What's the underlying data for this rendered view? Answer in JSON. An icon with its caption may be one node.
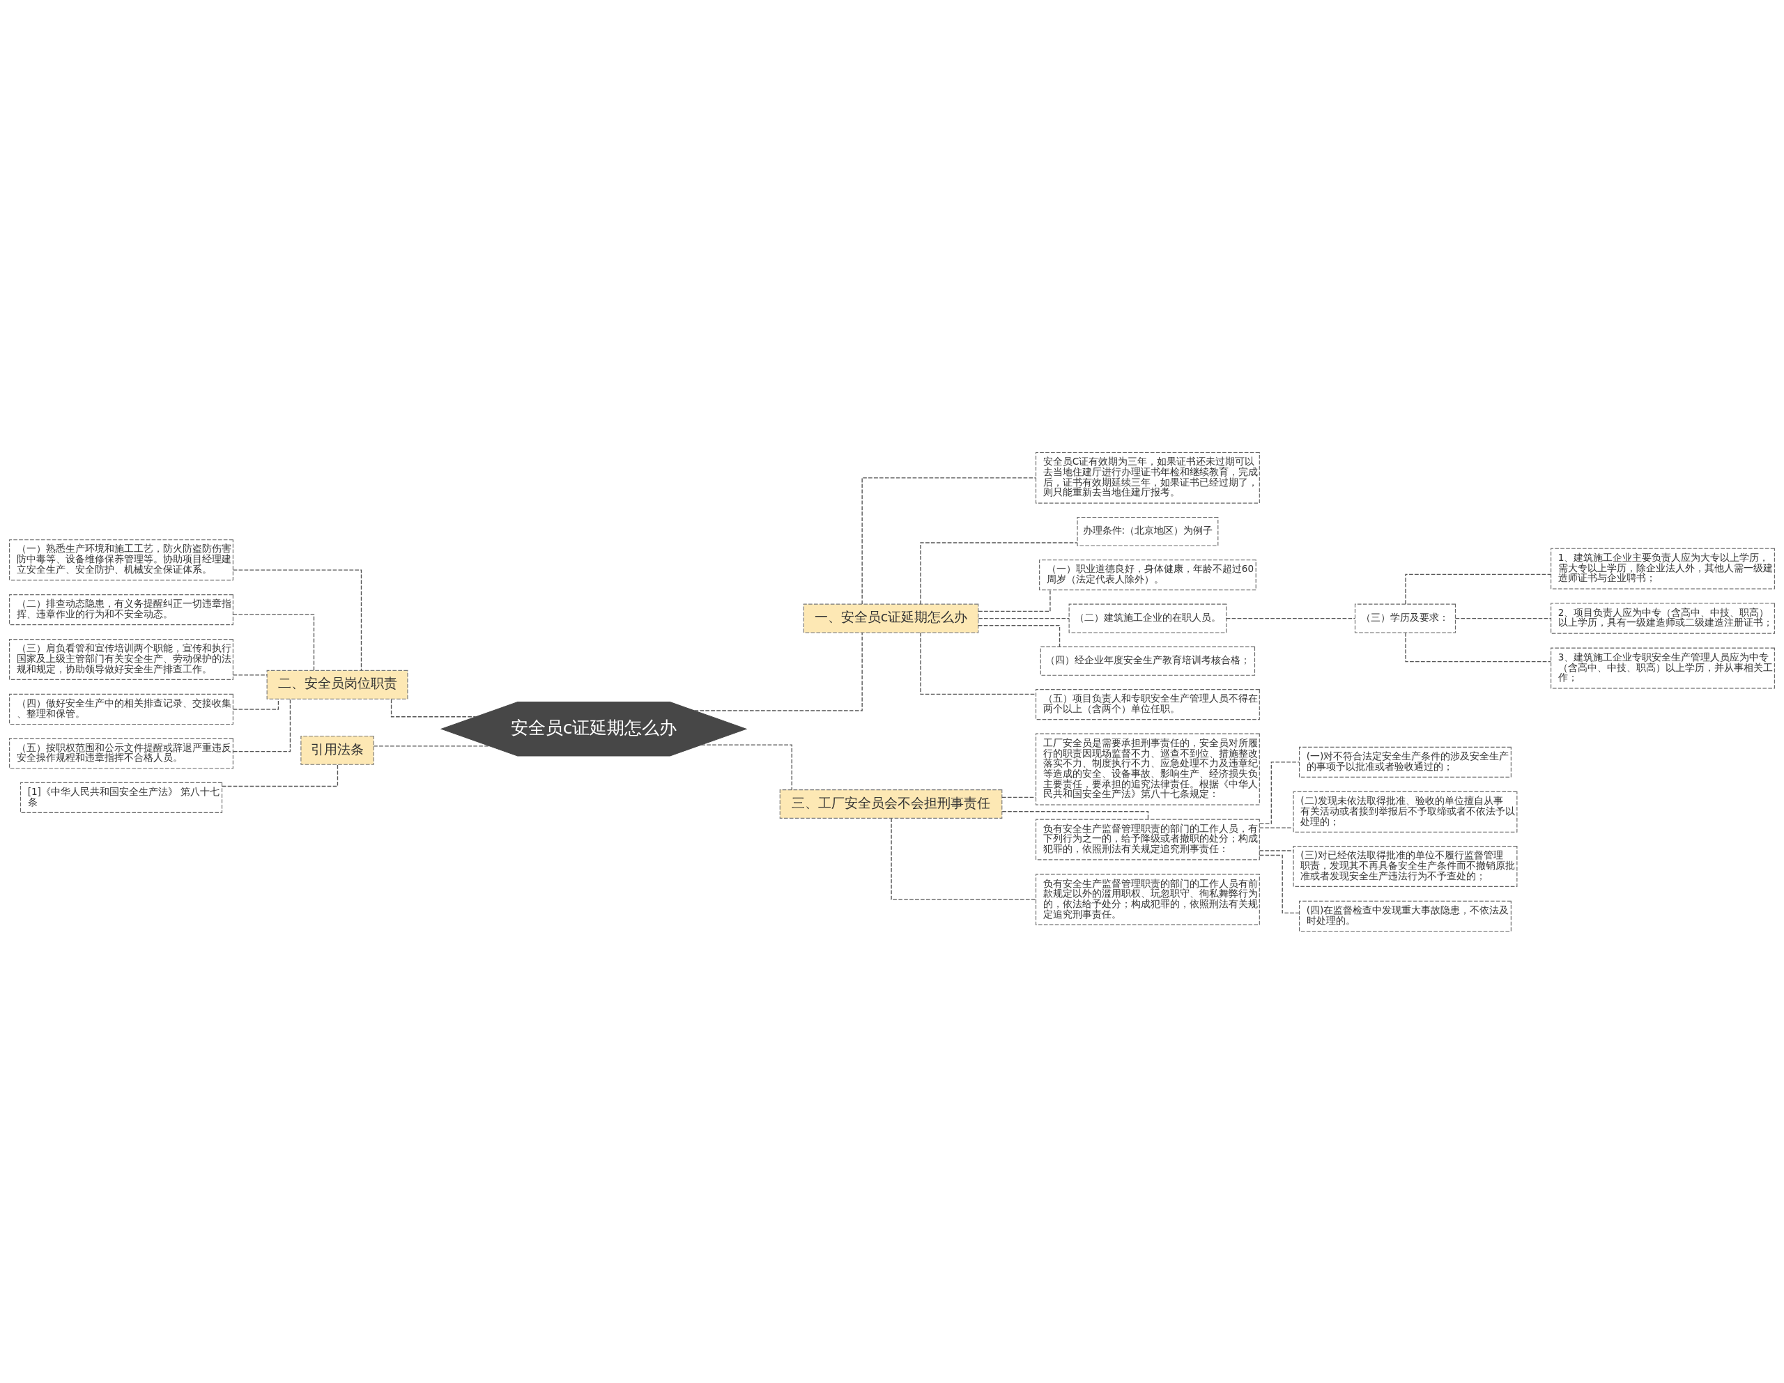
{
  "diagram": {
    "nodes": [
      {
        "text": [
          "安全员c证延期怎么办"
        ]
      },
      {
        "text": [
          "一、安全员c证延期怎么办"
        ]
      },
      {
        "text": [
          "安全员C证有效期为三年，如果证书还未过期可以去当地住建厅进行办理证书年检和继续教育，完成后，证书有效期延续三年，如果证书已经过期了，则只能重新去当地住建厅报考。"
        ]
      },
      {
        "text": [
          "办理条件:（北京地区）为例子"
        ]
      },
      {
        "text": [
          "（一）职业道德良好，身体健康，年龄不超过60周岁（法定代表人除外）。"
        ]
      },
      {
        "text": [
          "（二）建筑施工企业的在职人员。"
        ]
      },
      {
        "text": [
          "（三）学历及要求："
        ]
      },
      {
        "text": [
          "1、建筑施工企业主要负责人应为大专以上学历，需大专以上学历，除企业法人外，其他人需一级建造师证书与企业聘书；"
        ]
      },
      {
        "text": [
          "2、项目负责人应为中专（含高中、中技、职高）以上学历，具有一级建造师或二级建造注册证书；"
        ]
      },
      {
        "text": [
          "3、建筑施工企业专职安全生产管理人员应为中专（含高中、中技、职高）以上学历，并从事相关工作；"
        ]
      },
      {
        "text": [
          "（四）经企业年度安全生产教育培训考核合格；"
        ]
      },
      {
        "text": [
          "（五）项目负责人和专职安全生产管理人员不得在两个以上（含两个）单位任职。"
        ]
      },
      {
        "text": [
          "二、安全员岗位职责"
        ]
      },
      {
        "text": [
          "（一）熟悉生产环境和施工工艺，防火防盗防伤害防中毒等、设备维修保养管理等。协助项目经理建立安全生产、安全防护、机械安全保证体系。"
        ]
      },
      {
        "text": [
          "（二）排查动态隐患，有义务提醒纠正一切违章指挥、违章作业的行为和不安全动态。"
        ]
      },
      {
        "text": [
          "（三）肩负看管和宣传培训两个职能，宣传和执行国家及上级主管部门有关安全生产、劳动保护的法规和规定，协助领导做好安全生产排查工作。"
        ]
      },
      {
        "text": [
          "（四）做好安全生产中的相关排查记录、交接收集、整理和保管。"
        ]
      },
      {
        "text": [
          "（五）按职权范围和公示文件提醒或辞退严重违反安全操作规程和违章指挥不合格人员。"
        ]
      },
      {
        "text": [
          "引用法条"
        ]
      },
      {
        "text": [
          "[1]《中华人民共和国安全生产法》 第八十七条"
        ]
      },
      {
        "text": [
          "三、工厂安全员会不会担刑事责任"
        ]
      },
      {
        "text": [
          "工厂安全员是需要承担刑事责任的，安全员对所履行的职责因现场监督不力、巡查不到位、措施整改落实不力、制度执行不力、应急处理不力及违章纪等造成的安全、设备事故、影响生产、经济损失负主要责任，要承担的追究法律责任。根据《中华人民共和国安全生产法》第八十七条规定："
        ]
      },
      {
        "text": [
          "负有安全生产监督管理职责的部门的工作人员，有下列行为之一的，给予降级或者撤职的处分；构成犯罪的，依照刑法有关规定追究刑事责任："
        ]
      },
      {
        "text": [
          "(一)对不符合法定安全生产条件的涉及安全生产的事项予以批准或者验收通过的；"
        ]
      },
      {
        "text": [
          "(二)发现未依法取得批准、验收的单位擅自从事有关活动或者接到举报后不予取缔或者不依法予以处理的；"
        ]
      },
      {
        "text": [
          "(三)对已经依法取得批准的单位不履行监督管理职责，发现其不再具备安全生产条件而不撤销原批准或者发现安全生产违法行为不予查处的；"
        ]
      },
      {
        "text": [
          "(四)在监督检查中发现重大事故隐患，不依法及时处理的。"
        ]
      },
      {
        "text": [
          "负有安全生产监督管理职责的部门的工作人员有前款规定以外的滥用职权、玩忽职守、徇私舞弊行为的，依法给予处分；构成犯罪的，依照刑法有关规定追究刑事责任。"
        ]
      }
    ],
    "edges": [
      {
        "from": 0,
        "to": 1,
        "arrow": "none",
        "style": "dashed"
      },
      {
        "from": 1,
        "to": 2,
        "arrow": "none",
        "style": "dashed"
      },
      {
        "from": 1,
        "to": 3,
        "arrow": "none",
        "style": "dashed"
      },
      {
        "from": 1,
        "to": 4,
        "arrow": "none",
        "style": "dashed"
      },
      {
        "from": 1,
        "to": 5,
        "arrow": "none",
        "style": "dashed"
      },
      {
        "from": 5,
        "to": 6,
        "arrow": "none",
        "style": "dashed"
      },
      {
        "from": 6,
        "to": 7,
        "arrow": "none",
        "style": "dashed"
      },
      {
        "from": 6,
        "to": 8,
        "arrow": "none",
        "style": "dashed"
      },
      {
        "from": 6,
        "to": 9,
        "arrow": "none",
        "style": "dashed"
      },
      {
        "from": 1,
        "to": 10,
        "arrow": "none",
        "style": "dashed"
      },
      {
        "from": 1,
        "to": 11,
        "arrow": "none",
        "style": "dashed"
      },
      {
        "from": 0,
        "to": 12,
        "arrow": "none",
        "style": "dashed"
      },
      {
        "from": 12,
        "to": 13,
        "arrow": "none",
        "style": "dashed"
      },
      {
        "from": 12,
        "to": 14,
        "arrow": "none",
        "style": "dashed"
      },
      {
        "from": 12,
        "to": 15,
        "arrow": "none",
        "style": "dashed"
      },
      {
        "from": 12,
        "to": 16,
        "arrow": "none",
        "style": "dashed"
      },
      {
        "from": 12,
        "to": 17,
        "arrow": "none",
        "style": "dashed"
      },
      {
        "from": 0,
        "to": 18,
        "arrow": "none",
        "style": "dashed"
      },
      {
        "from": 18,
        "to": 19,
        "arrow": "none",
        "style": "dashed"
      },
      {
        "from": 0,
        "to": 20,
        "arrow": "none",
        "style": "dashed"
      },
      {
        "from": 20,
        "to": 21,
        "arrow": "none",
        "style": "dashed"
      },
      {
        "from": 20,
        "to": 22,
        "arrow": "none",
        "style": "dashed"
      },
      {
        "from": 22,
        "to": 23,
        "arrow": "none",
        "style": "dashed"
      },
      {
        "from": 22,
        "to": 24,
        "arrow": "none",
        "style": "dashed"
      },
      {
        "from": 22,
        "to": 25,
        "arrow": "none",
        "style": "dashed"
      },
      {
        "from": 22,
        "to": 26,
        "arrow": "none",
        "style": "dashed"
      },
      {
        "from": 20,
        "to": 27,
        "arrow": "none",
        "style": "dashed"
      }
    ]
  }
}
